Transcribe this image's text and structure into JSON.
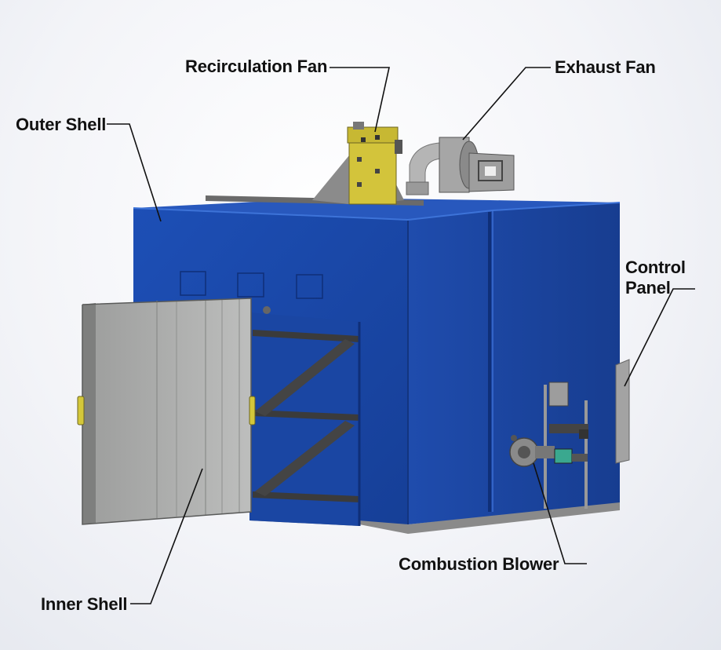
{
  "labels": {
    "recirculation_fan": "Recirculation Fan",
    "exhaust_fan": "Exhaust Fan",
    "outer_shell": "Outer Shell",
    "control_panel": "Control Panel",
    "combustion_blower": "Combustion Blower",
    "inner_shell": "Inner Shell"
  },
  "colors": {
    "shell_front": "#1847a8",
    "shell_side": "#1a3f98",
    "shell_top": "#2b5fc7",
    "door": "#a9aaa9",
    "fan_housing": "#d2c23a",
    "metal": "#8d8d8d"
  }
}
